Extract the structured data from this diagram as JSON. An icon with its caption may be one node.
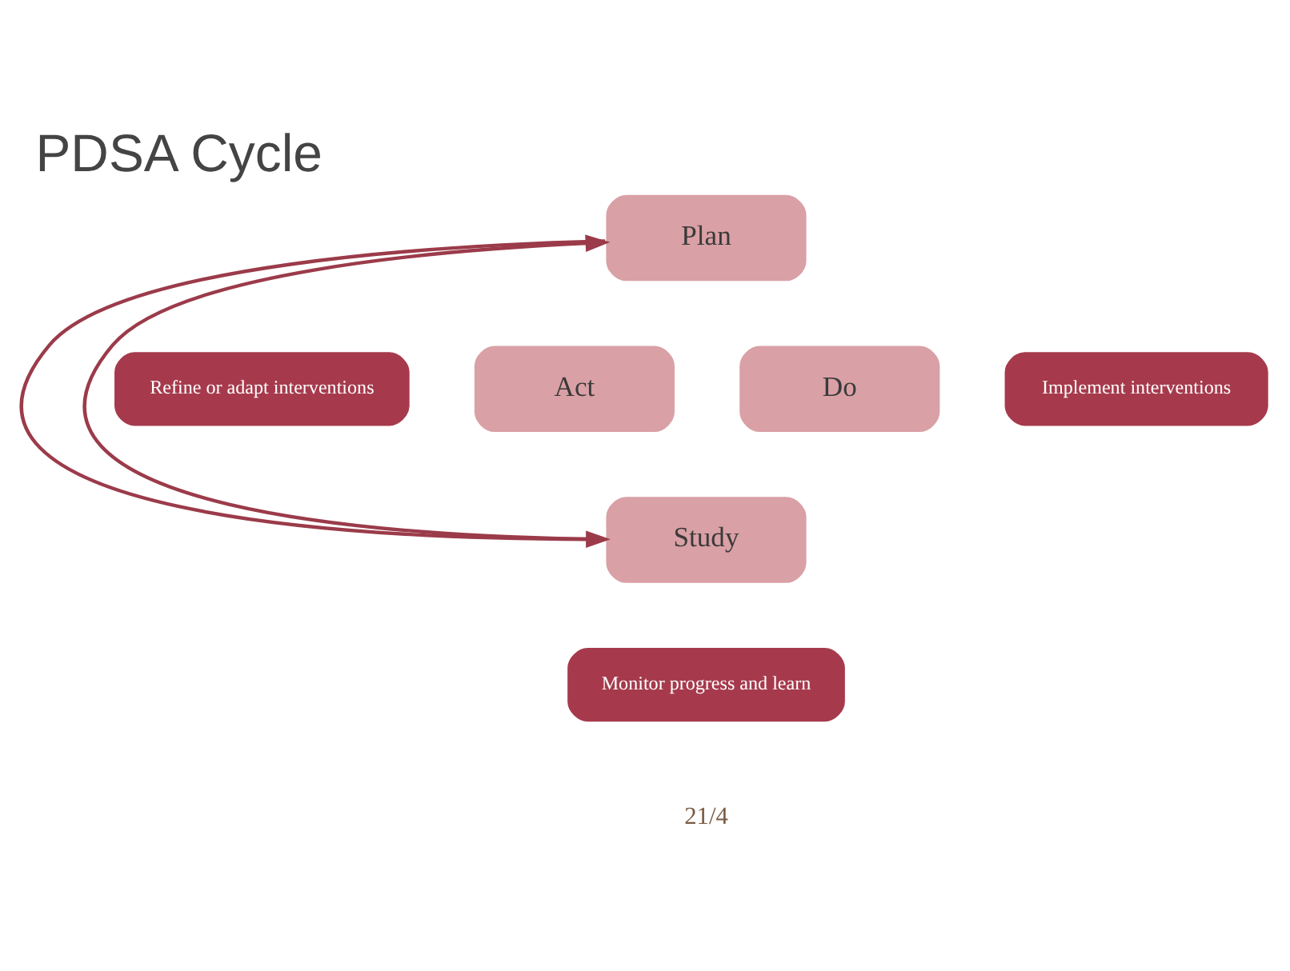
{
  "diagram": {
    "title": "PDSA Cycle",
    "nodes": [
      {
        "text": [
          "Plan"
        ]
      },
      {
        "text": [
          "Refine or adapt interventions"
        ]
      },
      {
        "text": [
          "Act"
        ]
      },
      {
        "text": [
          "Do"
        ]
      },
      {
        "text": [
          "Implement interventions"
        ]
      },
      {
        "text": [
          "Study"
        ]
      },
      {
        "text": [
          "Monitor progress and learn"
        ]
      }
    ],
    "edges": [
      {
        "from": 0,
        "to": 5,
        "arrow": "to"
      },
      {
        "from": 5,
        "to": 0,
        "arrow": "to"
      }
    ],
    "labels": [
      "21/4"
    ]
  }
}
